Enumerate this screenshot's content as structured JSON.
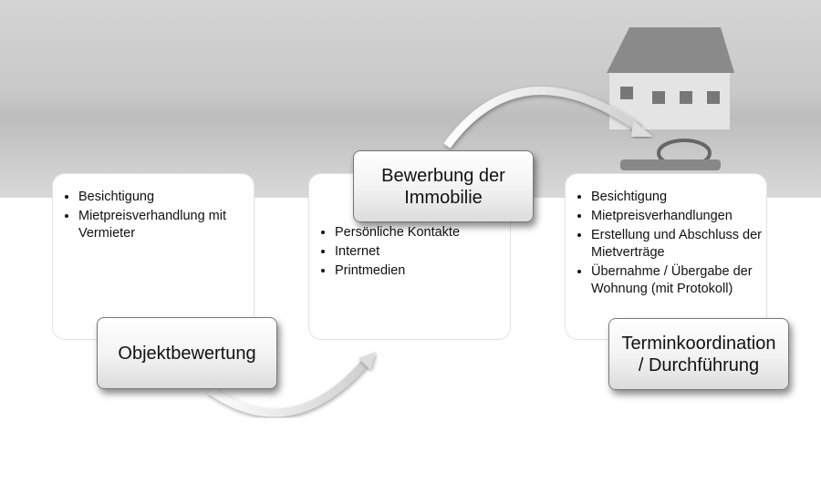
{
  "steps": [
    {
      "title": "Objektbewertung",
      "items": [
        "Besichtigung",
        "Mietpreisverhandlung mit Vermieter"
      ]
    },
    {
      "title": "Bewerbung der Immobilie",
      "items": [
        "Persönliche Kontakte",
        "Internet",
        "Printmedien"
      ]
    },
    {
      "title": "Terminkoordination / Durchführung",
      "items": [
        "Besichtigung",
        "Mietpreisverhandlungen",
        "Erstellung und Abschluss der Mietverträge",
        "Übernahme / Übergabe der Wohnung (mit Protokoll)"
      ]
    }
  ]
}
